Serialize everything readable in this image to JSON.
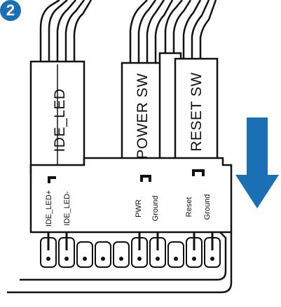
{
  "step": {
    "number": "2"
  },
  "connectors": [
    {
      "id": "ide-led",
      "label": "IDE_LED"
    },
    {
      "id": "power-sw",
      "label": "POWER SW"
    },
    {
      "id": "reset-sw",
      "label": "RESET SW"
    }
  ],
  "pin_labels": [
    "IDE_LED+",
    "IDE_LED-",
    "PWR",
    "Ground",
    "Reset",
    "Ground"
  ],
  "arrow": {
    "direction": "down"
  },
  "colors": {
    "accent": "#1a6fb5",
    "outline": "#111111",
    "header_fill": "#ffffff"
  }
}
